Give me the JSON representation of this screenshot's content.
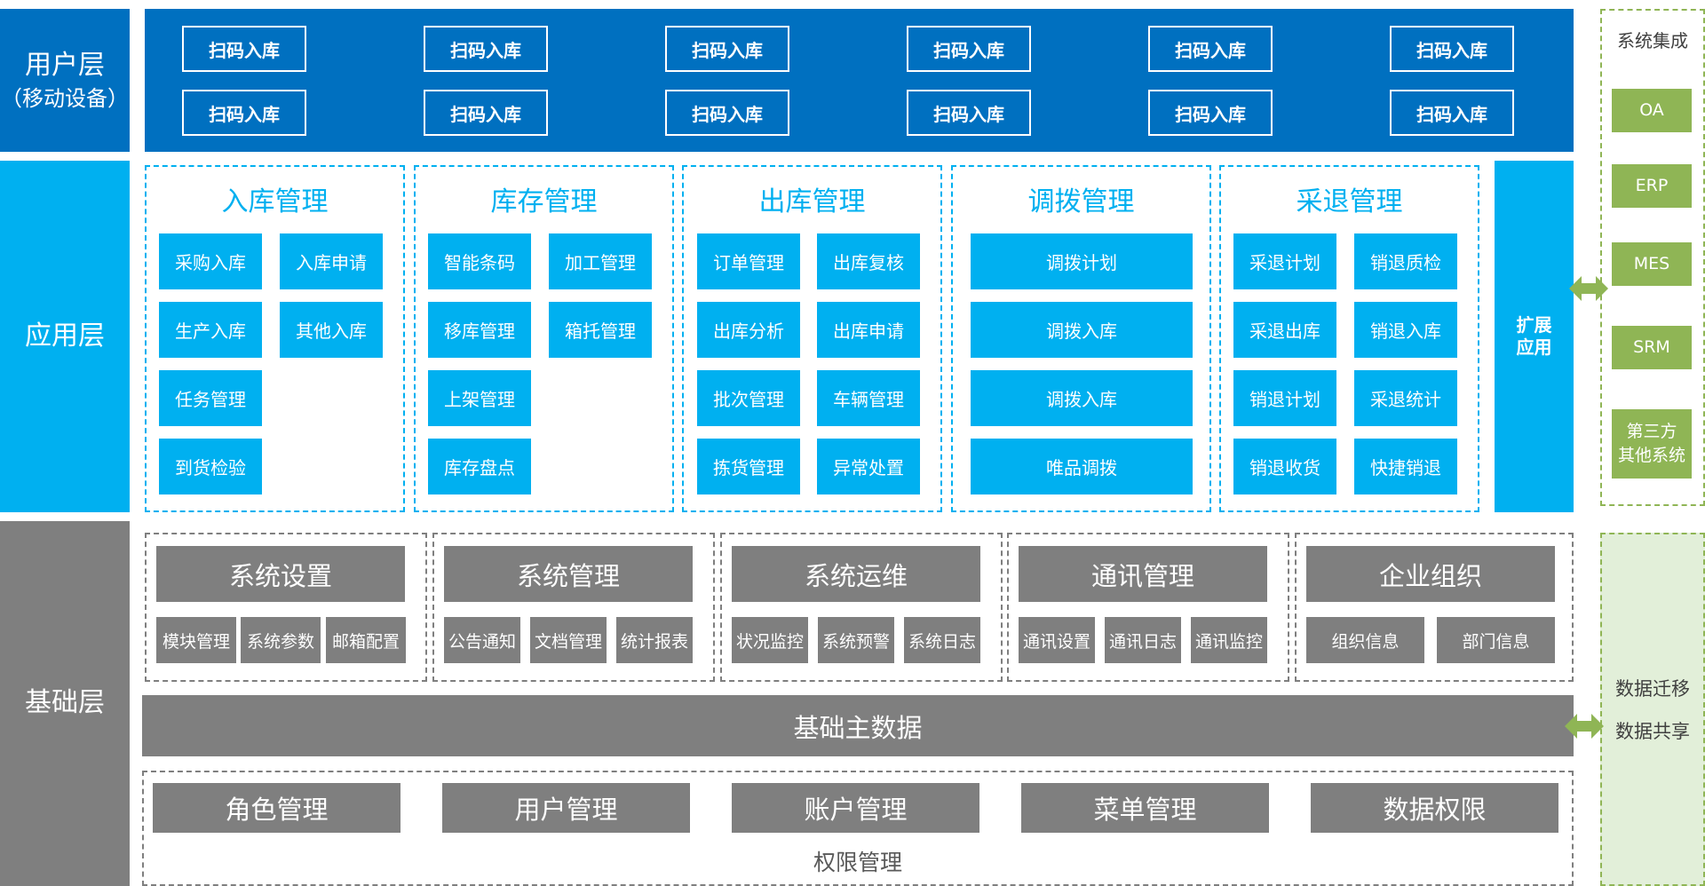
{
  "layers": {
    "user": {
      "title": "用户层",
      "subtitle": "（移动设备）"
    },
    "application": {
      "title": "应用层"
    },
    "base": {
      "title": "基础层"
    }
  },
  "user_layer": {
    "buttons": [
      "扫码入库",
      "扫码入库",
      "扫码入库",
      "扫码入库",
      "扫码入库",
      "扫码入库",
      "扫码入库",
      "扫码入库",
      "扫码入库",
      "扫码入库",
      "扫码入库",
      "扫码入库"
    ]
  },
  "modules": [
    {
      "title": "入库管理",
      "items": [
        "采购入库",
        "入库申请",
        "生产入库",
        "其他入库",
        "任务管理",
        "到货检验"
      ]
    },
    {
      "title": "库存管理",
      "items": [
        "智能条码",
        "加工管理",
        "移库管理",
        "箱托管理",
        "上架管理",
        "库存盘点"
      ]
    },
    {
      "title": "出库管理",
      "items": [
        "订单管理",
        "出库复核",
        "出库分析",
        "出库申请",
        "批次管理",
        "车辆管理",
        "拣货管理",
        "异常处置"
      ]
    },
    {
      "title": "调拨管理",
      "items": [
        "调拨计划",
        "调拨入库",
        "调拨入库",
        "唯品调拨"
      ]
    },
    {
      "title": "采退管理",
      "items": [
        "采退计划",
        "销退质检",
        "采退出库",
        "销退入库",
        "销退计划",
        "采退统计",
        "销退收货",
        "快捷销退"
      ]
    }
  ],
  "expand_app": {
    "line1": "扩展",
    "line2": "应用"
  },
  "base_modules": [
    {
      "title": "系统设置",
      "items": [
        "模块管理",
        "系统参数",
        "邮箱配置"
      ]
    },
    {
      "title": "系统管理",
      "items": [
        "公告通知",
        "文档管理",
        "统计报表"
      ]
    },
    {
      "title": "系统运维",
      "items": [
        "状况监控",
        "系统预警",
        "系统日志"
      ]
    },
    {
      "title": "通讯管理",
      "items": [
        "通讯设置",
        "通讯日志",
        "通讯监控"
      ]
    },
    {
      "title": "企业组织",
      "items": [
        "组织信息",
        "部门信息"
      ]
    }
  ],
  "main_data": "基础主数据",
  "permission": {
    "items": [
      "角色管理",
      "用户管理",
      "账户管理",
      "菜单管理",
      "数据权限"
    ],
    "label": "权限管理"
  },
  "integration": {
    "title": "系统集成",
    "systems": [
      "OA",
      "ERP",
      "MES",
      "SRM"
    ],
    "third_party": {
      "line1": "第三方",
      "line2": "其他系统"
    }
  },
  "data_sharing": {
    "line1": "数据迁移",
    "line2": "数据共享"
  },
  "colors": {
    "user_band": "#0070c0",
    "application": "#00b0f0",
    "gray": "#7f7f7f",
    "green": "#8fb555",
    "green_fill": "#e2efd9"
  }
}
